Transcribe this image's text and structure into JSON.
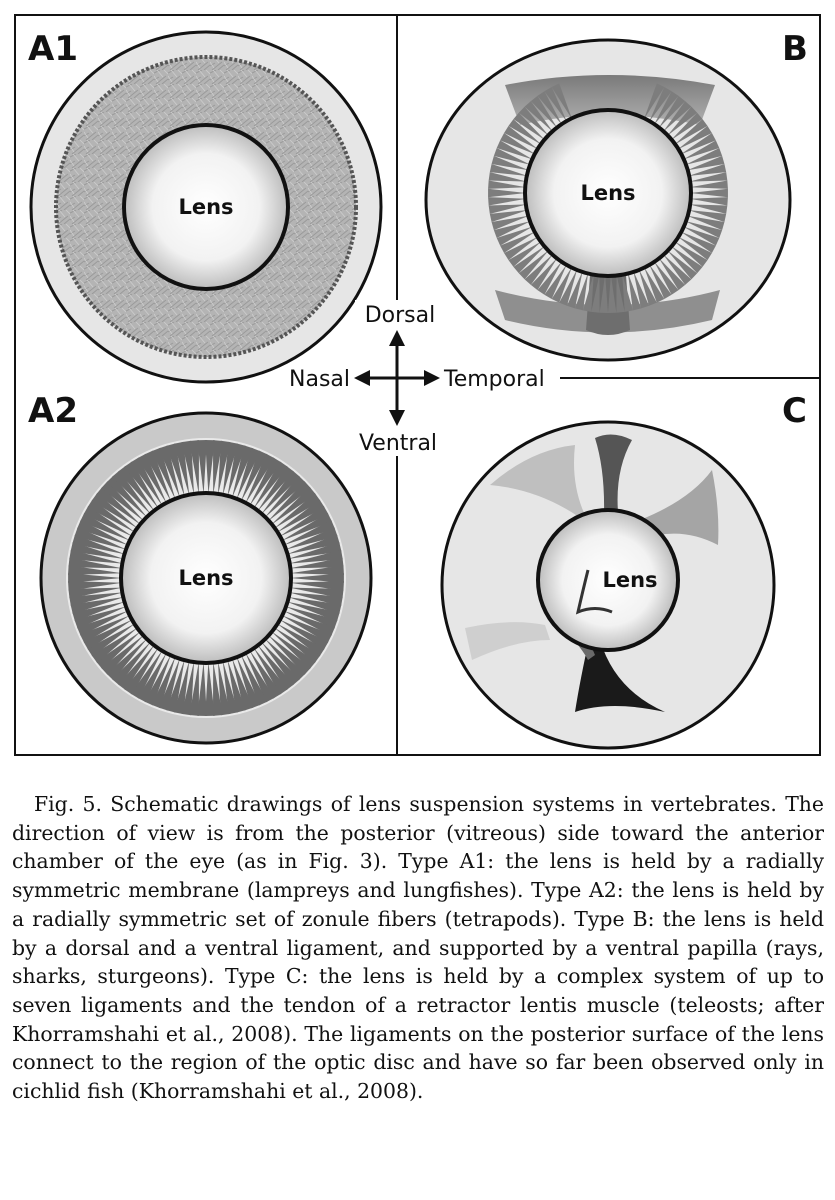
{
  "figure": {
    "panels": {
      "a1": {
        "label": "A1",
        "lens_label": "Lens"
      },
      "b": {
        "label": "B",
        "lens_label": "Lens"
      },
      "a2": {
        "label": "A2",
        "lens_label": "Lens"
      },
      "c": {
        "label": "C",
        "lens_label": "Lens"
      }
    },
    "directions": {
      "dorsal": "Dorsal",
      "ventral": "Ventral",
      "nasal": "Nasal",
      "temporal": "Temporal"
    },
    "colors": {
      "eye_fill": "#e6e6e6",
      "membrane": "#b9b9b9",
      "ligament_dark": "#1a1a1a",
      "ligament_mid": "#8a8a8a"
    }
  },
  "caption": {
    "fig_number": "Fig. 5.",
    "text": "Schematic drawings of lens suspension systems in vertebrates. The direction of view is from the posterior (vitreous) side toward the anterior chamber of the eye (as in Fig. 3). Type A1: the lens is held by a radially symmetric membrane (lampreys and lungfishes). Type A2: the lens is held by a radially symmetric set of zonule fibers (tetrapods). Type B: the lens is held by a dorsal and a ventral ligament, and supported by a ventral papilla (rays, sharks, sturgeons). Type C: the lens is held by a complex system of up to seven ligaments and the tendon of a retractor lentis muscle (teleosts; after Khorramshahi et al., 2008). The ligaments on the posterior surface of the lens connect to the region of the optic disc and have so far been observed only in cichlid fish (Khorramshahi et al., 2008)."
  }
}
